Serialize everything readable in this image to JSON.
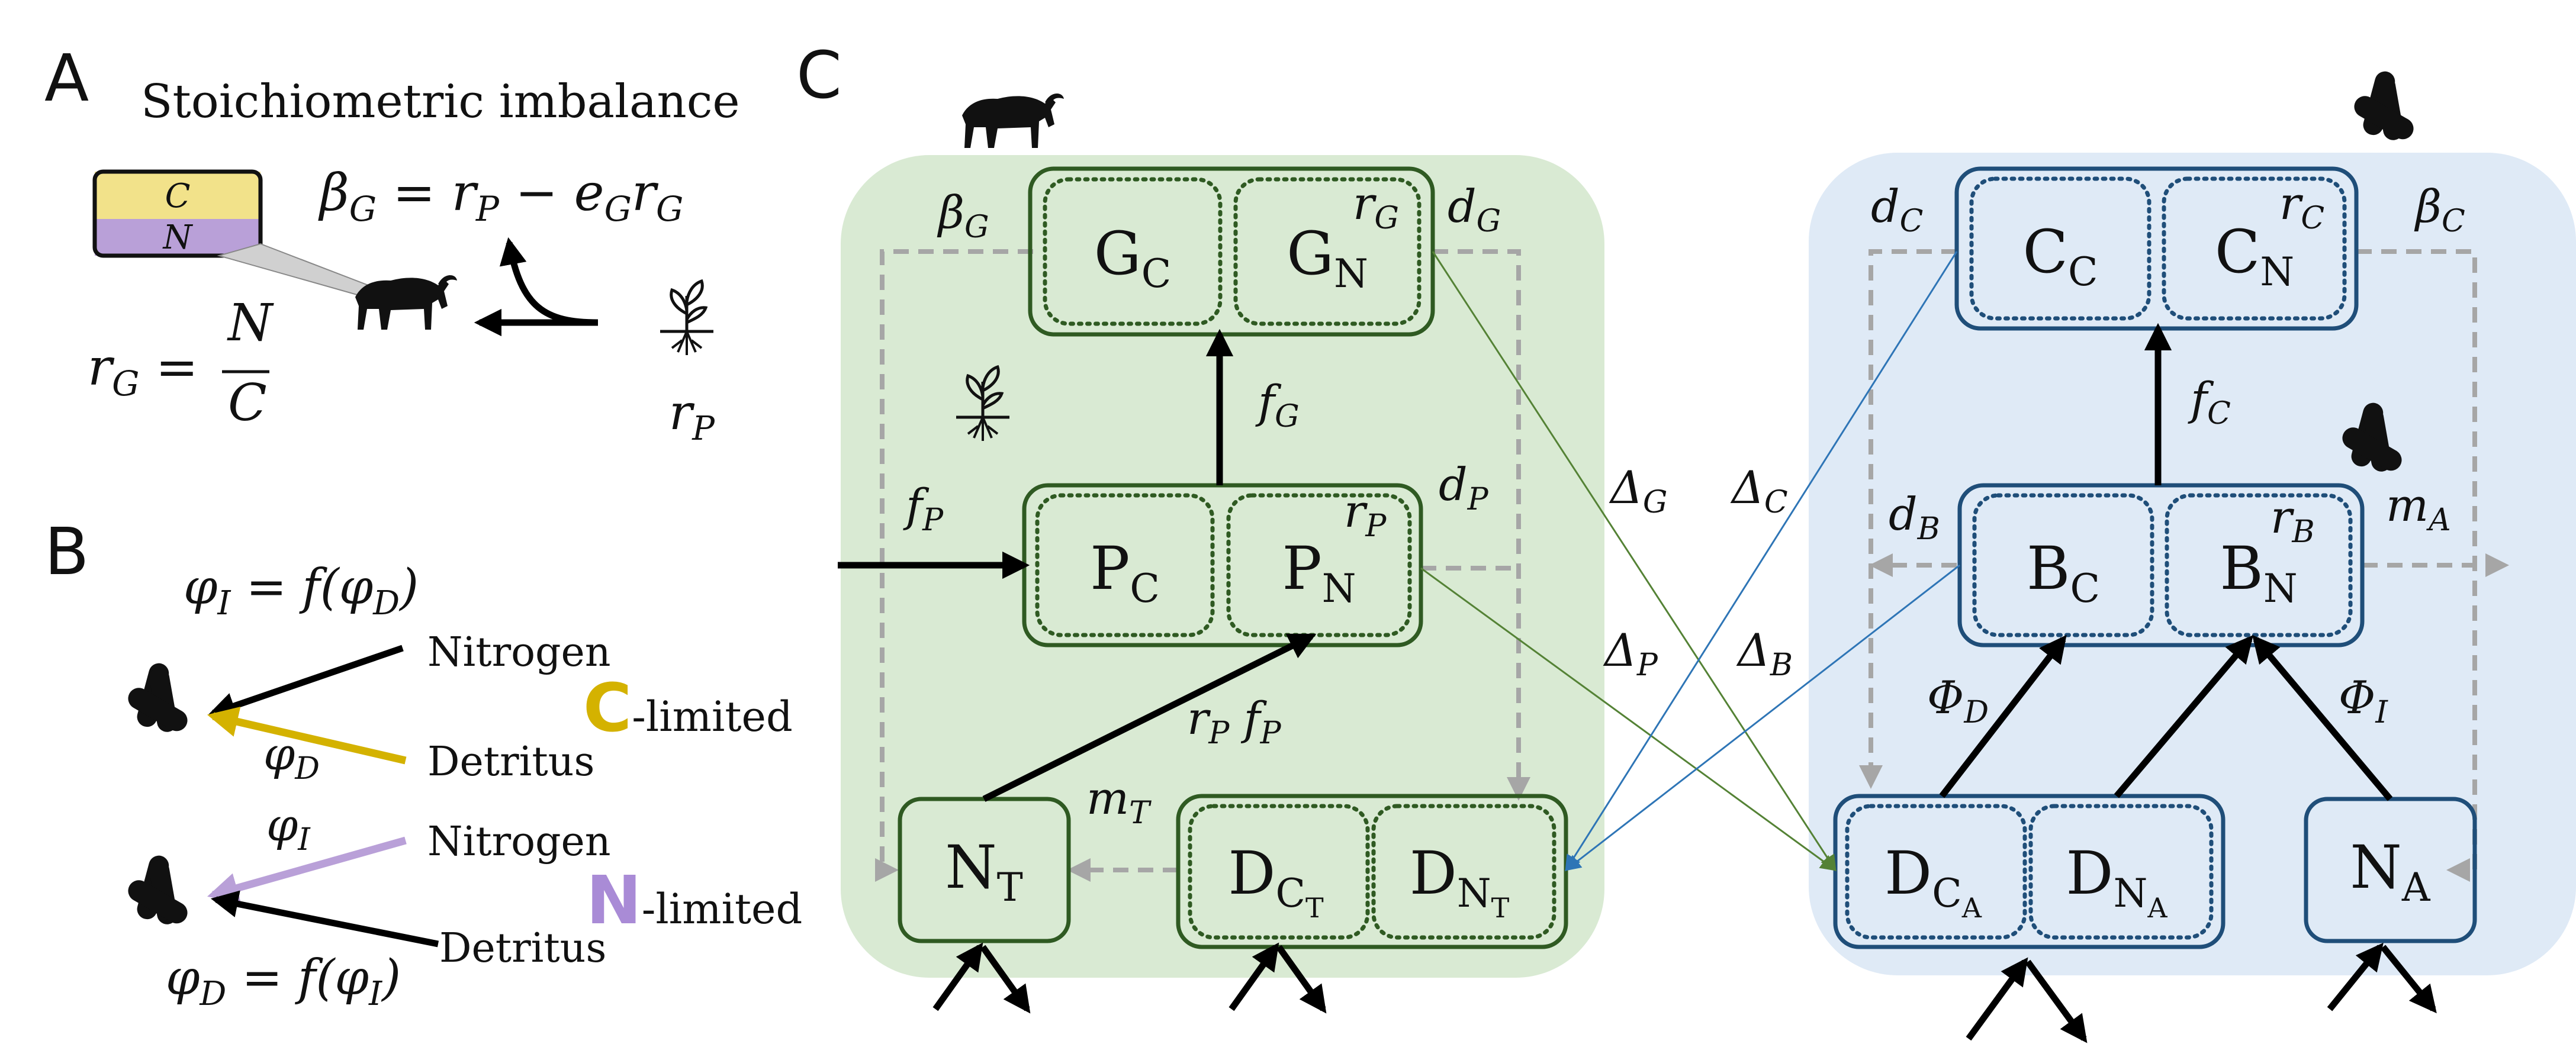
{
  "panels": {
    "a": {
      "letter": "A",
      "title": "Stoichiometric imbalance",
      "ratio_box_top": "C",
      "ratio_box_bottom": "N",
      "beta_g_equation": "β",
      "beta_g_sub": "G",
      "beta_g_rhs": " = r",
      "beta_g_rhs_sub": "P",
      "beta_g_rhs2": " − e",
      "beta_g_rhs2_sub": "G",
      "beta_g_rhs3": "r",
      "beta_g_rhs3_sub": "G",
      "rg_lhs": "r",
      "rg_lhs_sub": "G",
      "rg_eq": " =",
      "rg_num": "N",
      "rg_den": "C",
      "rp_label": "r",
      "rp_sub": "P"
    },
    "b": {
      "letter": "B",
      "eq_top": "φ",
      "eq_top_sub": "I",
      "eq_top_rhs": " = f(φ",
      "eq_top_rhs_sub": "D",
      "eq_top_close": ")",
      "nitrogen_1": "Nitrogen",
      "detritus_1": "Detritus",
      "phi_d": "φ",
      "phi_d_sub": "D",
      "c_limited_letter": "C",
      "c_limited_rest": "-limited",
      "phi_i": "φ",
      "phi_i_sub": "I",
      "nitrogen_2": "Nitrogen",
      "detritus_2": "Detritus",
      "n_limited_letter": "N",
      "n_limited_rest": "-limited",
      "eq_bottom": "φ",
      "eq_bottom_sub": "D",
      "eq_bottom_rhs": " = f(φ",
      "eq_bottom_rhs_sub": "I",
      "eq_bottom_close": ")"
    },
    "c": {
      "letter": "C",
      "pools": {
        "gc": {
          "main": "G",
          "sub": "C"
        },
        "gn": {
          "main": "G",
          "sub": "N"
        },
        "pc": {
          "main": "P",
          "sub": "C"
        },
        "pn": {
          "main": "P",
          "sub": "N"
        },
        "nt": {
          "main": "N",
          "sub": "T"
        },
        "dct": {
          "main": "D",
          "sub": "C",
          "subsub": "T"
        },
        "dnt": {
          "main": "D",
          "sub": "N",
          "subsub": "T"
        },
        "cc": {
          "main": "C",
          "sub": "C"
        },
        "cn": {
          "main": "C",
          "sub": "N"
        },
        "bc": {
          "main": "B",
          "sub": "C"
        },
        "bn": {
          "main": "B",
          "sub": "N"
        },
        "dca": {
          "main": "D",
          "sub": "C",
          "subsub": "A"
        },
        "dna": {
          "main": "D",
          "sub": "N",
          "subsub": "A"
        },
        "na": {
          "main": "N",
          "sub": "A"
        }
      },
      "symbols": {
        "beta_g": {
          "main": "β",
          "sub": "G"
        },
        "r_g": {
          "main": "r",
          "sub": "G"
        },
        "d_g": {
          "main": "d",
          "sub": "G"
        },
        "f_g": {
          "main": "f",
          "sub": "G"
        },
        "f_p": {
          "main": "f",
          "sub": "P"
        },
        "r_p": {
          "main": "r",
          "sub": "P"
        },
        "d_p": {
          "main": "d",
          "sub": "P"
        },
        "rp_fp": {
          "main": "r",
          "sub": "P",
          "main2": " f",
          "sub2": "P"
        },
        "m_t": {
          "main": "m",
          "sub": "T"
        },
        "delta_g": {
          "main": "Δ",
          "sub": "G"
        },
        "delta_p": {
          "main": "Δ",
          "sub": "P"
        },
        "delta_c": {
          "main": "Δ",
          "sub": "C"
        },
        "delta_b": {
          "main": "Δ",
          "sub": "B"
        },
        "d_c": {
          "main": "d",
          "sub": "C"
        },
        "r_c": {
          "main": "r",
          "sub": "C"
        },
        "beta_c": {
          "main": "β",
          "sub": "C"
        },
        "f_c": {
          "main": "f",
          "sub": "C"
        },
        "d_b": {
          "main": "d",
          "sub": "B"
        },
        "r_b": {
          "main": "r",
          "sub": "B"
        },
        "m_a": {
          "main": "m",
          "sub": "A"
        },
        "phi_d": {
          "main": "Φ",
          "sub": "D"
        },
        "phi_i": {
          "main": "Φ",
          "sub": "I"
        }
      }
    }
  },
  "colors": {
    "green_panel": "#d9ead3",
    "blue_panel": "#dfeaf6",
    "green_stroke": "#2f5a22",
    "blue_stroke": "#1f4e79",
    "carbon_yellow": "#f2e28a",
    "nitrogen_purple": "#b9a0d8",
    "c_limited_color": "#d4b200",
    "n_limited_color": "#a98bd6",
    "grey_dash": "#a6a6a6"
  },
  "icons": [
    "wildebeest-icon",
    "plant-icon",
    "bacteria-icon"
  ]
}
